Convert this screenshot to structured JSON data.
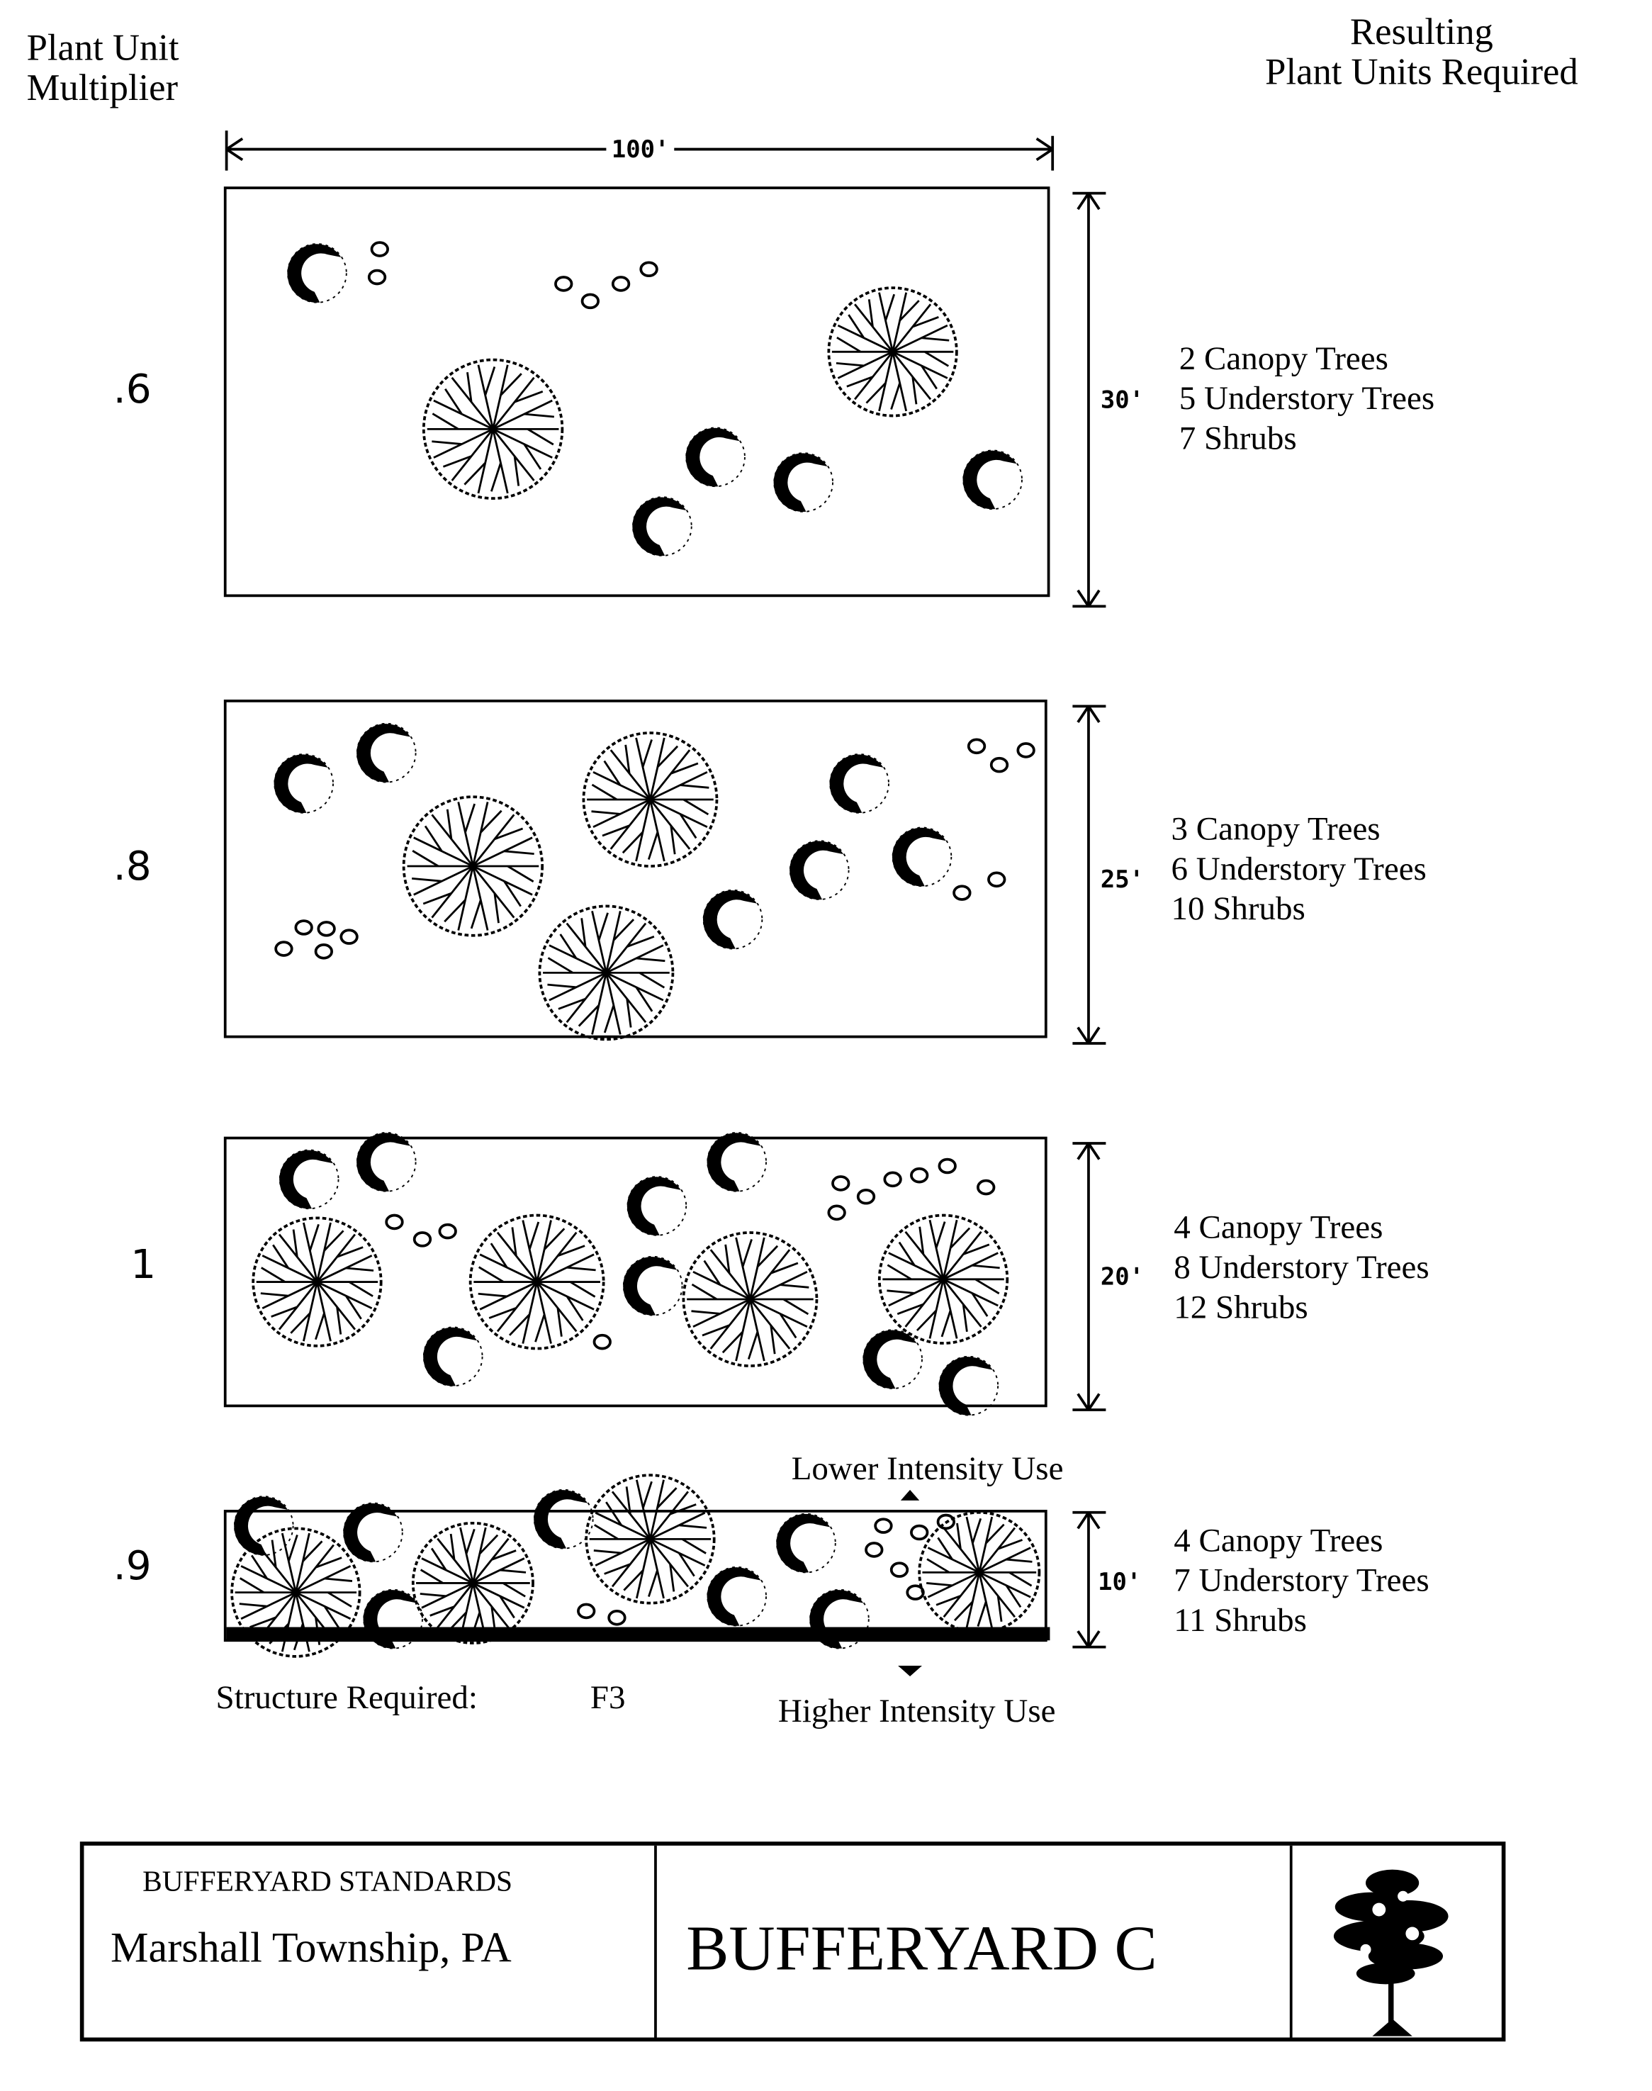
{
  "header": {
    "left": [
      "Plant Unit",
      "Multiplier"
    ],
    "right": [
      "Resulting",
      "Plant Units Required"
    ]
  },
  "width_dimension": "100'",
  "bufferyards": [
    {
      "multiplier": ".6",
      "depth": "30'",
      "canopy": "2 Canopy Trees",
      "understory": "5 Understory Trees",
      "shrubs": "7 Shrubs"
    },
    {
      "multiplier": ".8",
      "depth": "25'",
      "canopy": "3 Canopy Trees",
      "understory": "6 Understory Trees",
      "shrubs": "10 Shrubs"
    },
    {
      "multiplier": "1",
      "depth": "20'",
      "canopy": "4 Canopy Trees",
      "understory": "8 Understory Trees",
      "shrubs": "12 Shrubs"
    },
    {
      "multiplier": ".9",
      "depth": "10'",
      "canopy": "4 Canopy Trees",
      "understory": "7 Understory Trees",
      "shrubs": "11 Shrubs"
    }
  ],
  "lower_intensity": "Lower Intensity Use",
  "higher_intensity": "Higher Intensity Use",
  "structure_label": "Structure Required:",
  "structure_value": "F3",
  "title_block": {
    "subtitle": "BUFFERYARD STANDARDS",
    "municipality": "Marshall Township, PA",
    "title": "BUFFERYARD C",
    "logo_icon": "tree-icon"
  }
}
